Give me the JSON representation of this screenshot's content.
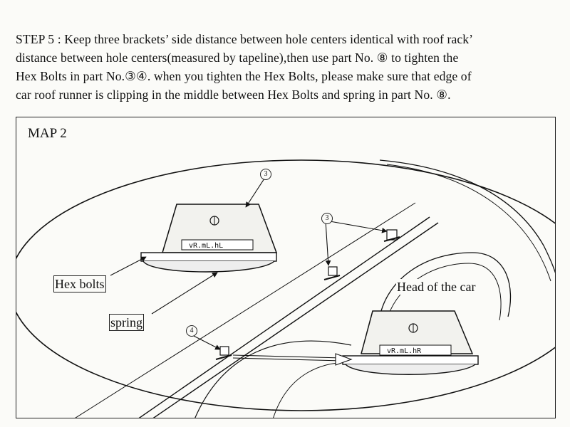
{
  "instructions": {
    "lines": [
      "STEP 5 : Keep three brackets’ side distance between hole centers identical with roof rack’",
      "distance between hole centers(measured by tapeline),then use part No. ⑧ to tighten the",
      "Hex Bolts in part No.③④. when you tighten the Hex Bolts, please make sure that edge of",
      "car roof runner is clipping in the middle between Hex Bolts and spring in part No. ⑧."
    ]
  },
  "diagram": {
    "title": "MAP 2",
    "labels": {
      "hex_bolts": "Hex bolts",
      "spring": "spring",
      "head_of_car": "Head of the car",
      "part3_top": "3",
      "part3_mid": "3",
      "part4": "4",
      "plate_left": "vR.mL.hL",
      "plate_right": "vR.mL.hR"
    }
  }
}
